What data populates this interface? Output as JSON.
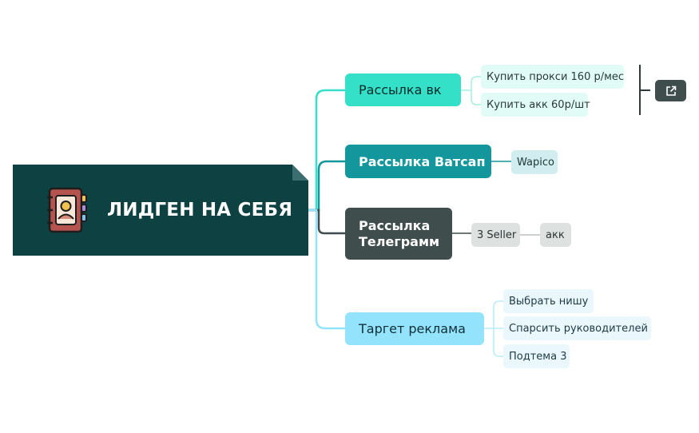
{
  "root": {
    "label": "ЛИДГЕН НА СЕБЯ",
    "icon": "address-book-icon"
  },
  "branches": {
    "vk": {
      "label": "Рассылка вк",
      "color": "#34e0c8",
      "items": [
        "Купить прокси 160 р/мес",
        "Купить акк 60р/шт"
      ]
    },
    "wa": {
      "label": "Рассылка Ватсап",
      "color": "#13979c",
      "items": [
        "Wapico"
      ]
    },
    "tg": {
      "label_line1": "Рассылка",
      "label_line2": "Телеграмм",
      "color": "#3f4e4c",
      "items": [
        "3 Seller",
        "акк"
      ]
    },
    "tr": {
      "label": "Таргет реклама",
      "color": "#93e3fc",
      "items": [
        "Выбрать нишу",
        "Спарсить руководителей",
        "Подтема 3"
      ]
    }
  },
  "summary_link": {
    "icon": "external-link-icon"
  }
}
